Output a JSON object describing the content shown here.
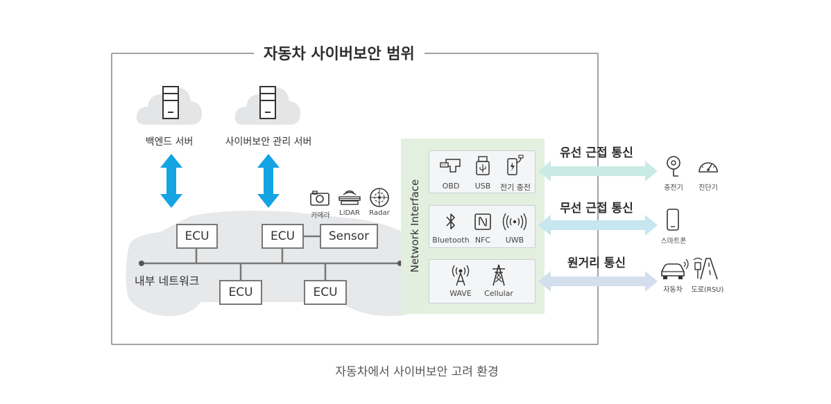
{
  "title": "자동차 사이버보안 범위",
  "caption": "자동차에서 사이버보안 고려 환경",
  "servers": [
    {
      "label": "백엔드 서버",
      "icon": "server-icon"
    },
    {
      "label": "사이버보안 관리 서버",
      "icon": "server-icon"
    }
  ],
  "vehicle": {
    "ecu_label": "ECU",
    "sensor_label": "Sensor",
    "network_label": "내부 네트워크"
  },
  "sensors": [
    {
      "label": "카메라",
      "icon": "camera-icon"
    },
    {
      "label": "LiDAR",
      "icon": "lidar-icon"
    },
    {
      "label": "Radar",
      "icon": "radar-icon"
    }
  ],
  "network_interface": {
    "label": "Network Interface",
    "wired": [
      "OBD",
      "USB",
      "전기 충전"
    ],
    "short_range": [
      "Bluetooth",
      "NFC",
      "UWB"
    ],
    "long_range": [
      "WAVE",
      "Cellular"
    ]
  },
  "comms": [
    {
      "label": "유선 근접 통신",
      "color": "#c9ebe6"
    },
    {
      "label": "무선 근접 통신",
      "color": "#c6e6f0"
    },
    {
      "label": "원거리 통신",
      "color": "#d4dfee"
    }
  ],
  "devices": {
    "wired": [
      "충전기",
      "진단기"
    ],
    "wireless": [
      "스마트폰"
    ],
    "remote": [
      "자동차",
      "도로(RSU)"
    ]
  },
  "colors": {
    "accent_arrow": "#14a3e3",
    "frame": "#9ea3a8",
    "car_body": "#e7e8ea",
    "ni_panel": "#e2efde"
  }
}
